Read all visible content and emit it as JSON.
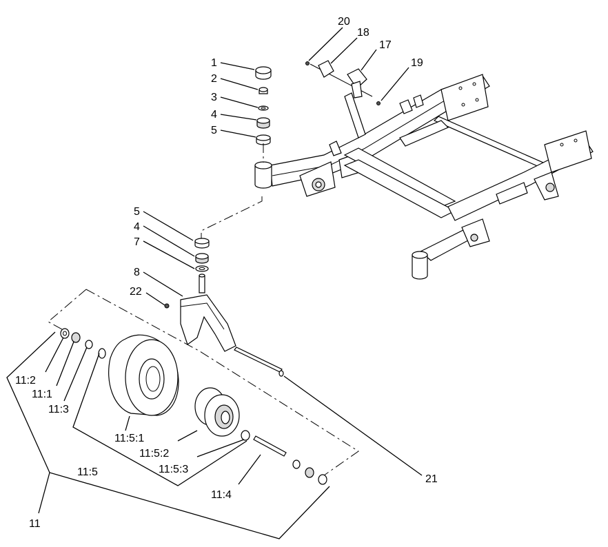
{
  "callouts": {
    "c1": "1",
    "c2": "2",
    "c3": "3",
    "c4a": "4",
    "c5a": "5",
    "c5b": "5",
    "c4b": "4",
    "c7": "7",
    "c8": "8",
    "c22": "22",
    "c20": "20",
    "c18": "18",
    "c17": "17",
    "c19": "19",
    "c21": "21",
    "c11_2": "11:2",
    "c11_1": "11:1",
    "c11_3": "11:3",
    "c11_5_1": "11:5:1",
    "c11_5_2": "11:5:2",
    "c11_5_3": "11:5:3",
    "c11_5": "11:5",
    "c11_4": "11:4",
    "c11": "11"
  }
}
